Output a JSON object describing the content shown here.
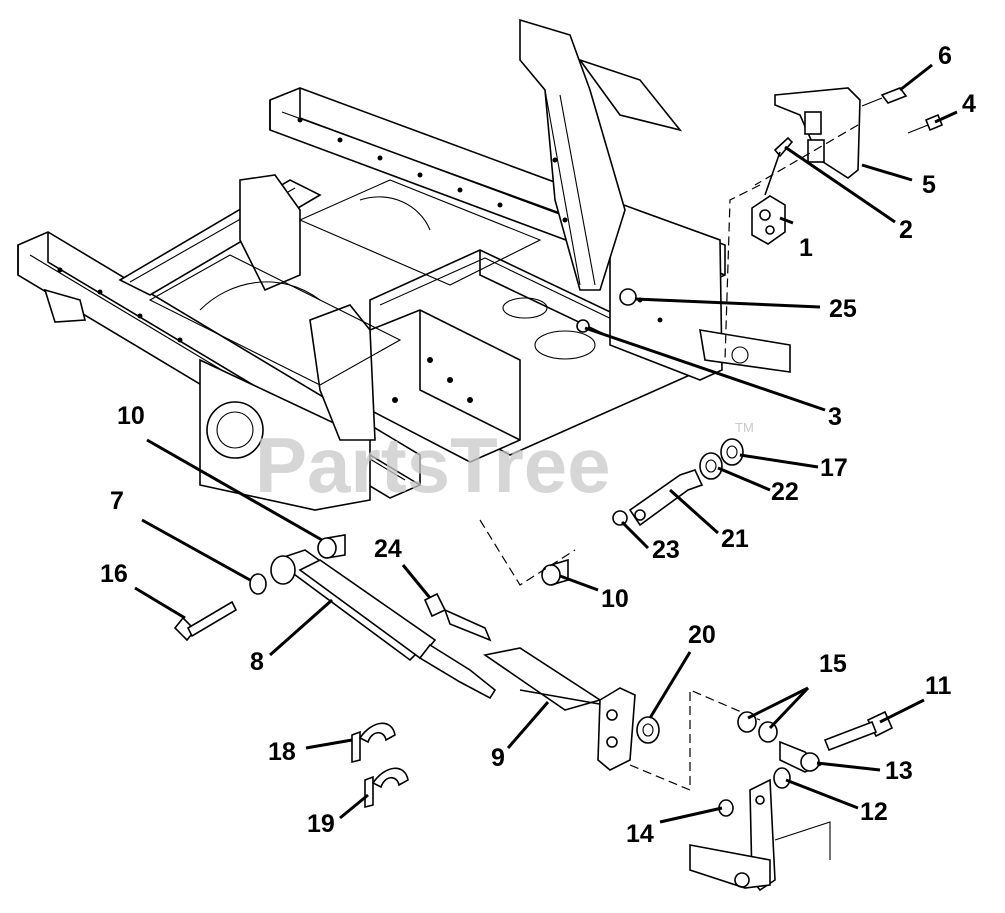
{
  "watermark": {
    "text": "PartsTree",
    "trademark": "TM"
  },
  "callouts": [
    {
      "id": "label-1",
      "text": "1"
    },
    {
      "id": "label-2",
      "text": "2"
    },
    {
      "id": "label-3",
      "text": "3"
    },
    {
      "id": "label-4",
      "text": "4"
    },
    {
      "id": "label-5",
      "text": "5"
    },
    {
      "id": "label-6",
      "text": "6"
    },
    {
      "id": "label-7",
      "text": "7"
    },
    {
      "id": "label-8",
      "text": "8"
    },
    {
      "id": "label-9",
      "text": "9"
    },
    {
      "id": "label-10a",
      "text": "10"
    },
    {
      "id": "label-10b",
      "text": "10"
    },
    {
      "id": "label-11",
      "text": "11"
    },
    {
      "id": "label-12",
      "text": "12"
    },
    {
      "id": "label-13",
      "text": "13"
    },
    {
      "id": "label-14",
      "text": "14"
    },
    {
      "id": "label-15",
      "text": "15"
    },
    {
      "id": "label-16",
      "text": "16"
    },
    {
      "id": "label-17",
      "text": "17"
    },
    {
      "id": "label-18",
      "text": "18"
    },
    {
      "id": "label-19",
      "text": "19"
    },
    {
      "id": "label-20",
      "text": "20"
    },
    {
      "id": "label-21",
      "text": "21"
    },
    {
      "id": "label-22",
      "text": "22"
    },
    {
      "id": "label-23",
      "text": "23"
    },
    {
      "id": "label-24",
      "text": "24"
    },
    {
      "id": "label-25",
      "text": "25"
    }
  ]
}
